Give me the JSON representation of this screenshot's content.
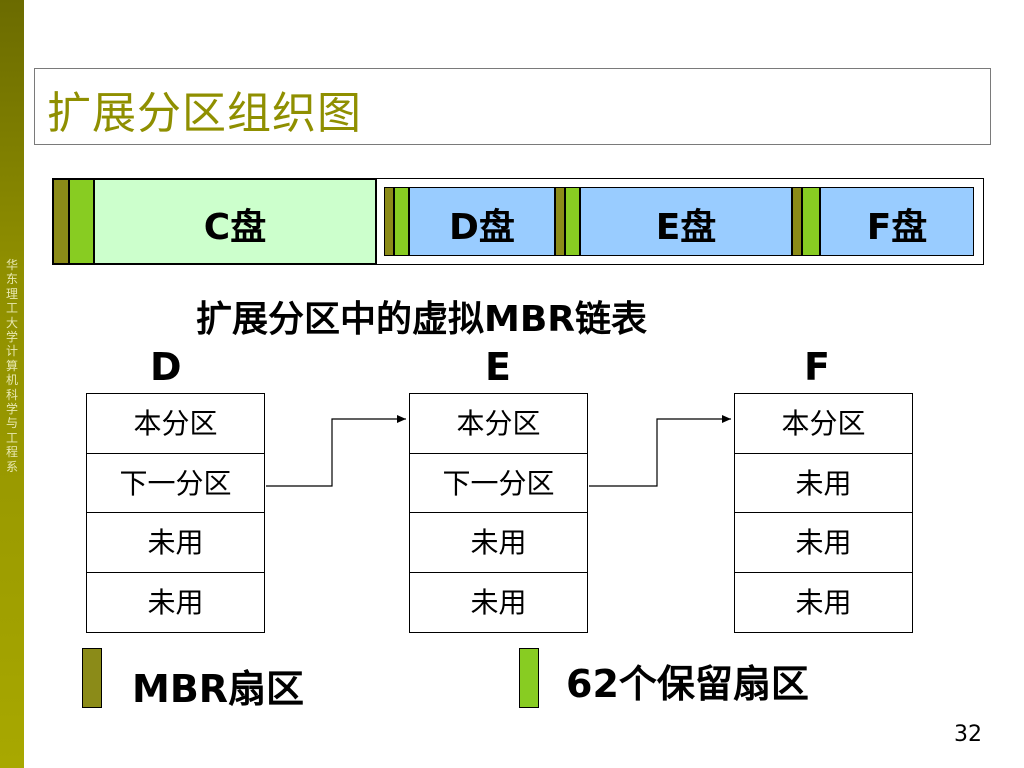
{
  "sidebar": {
    "text": "华东理工大学计算机科学与工程系"
  },
  "title": "扩展分区组织图",
  "disk_bar": {
    "c_label": "C盘",
    "d_label": "D盘",
    "e_label": "E盘",
    "f_label": "F盘",
    "colors": {
      "mbr": "#8b8b18",
      "reserved": "#88cc22",
      "primary": "#ccffcc",
      "logical": "#99ccff"
    }
  },
  "subtitle": "扩展分区中的虚拟MBR链表",
  "tables": [
    {
      "letter": "D",
      "rows": [
        "本分区",
        "下一分区",
        "未用",
        "未用"
      ]
    },
    {
      "letter": "E",
      "rows": [
        "本分区",
        "下一分区",
        "未用",
        "未用"
      ]
    },
    {
      "letter": "F",
      "rows": [
        "本分区",
        "未用",
        "未用",
        "未用"
      ]
    }
  ],
  "legend": {
    "mbr_label": "MBR扇区",
    "reserved_label": "62个保留扇区"
  },
  "page_number": "32"
}
